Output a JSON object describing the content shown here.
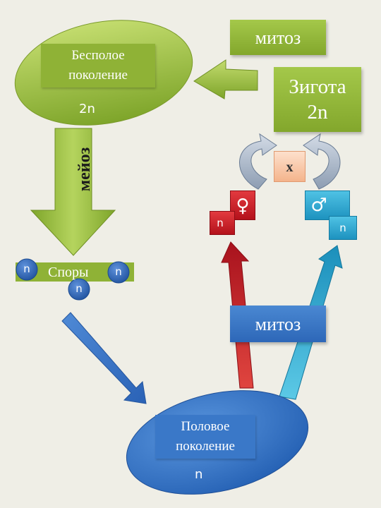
{
  "asexual": {
    "label_line1": "Бесполое",
    "label_line2": "поколение",
    "ploidy": "2n"
  },
  "mitosis_top": {
    "label": "митоз"
  },
  "zygote": {
    "label_line1": "Зигота",
    "label_line2": "2n",
    "fusion": "x"
  },
  "meiosis": {
    "label": "мейоз"
  },
  "spores": {
    "label": "Споры",
    "ploidy": "n"
  },
  "female_gamete": {
    "symbol": "♀",
    "ploidy": "n"
  },
  "male_gamete": {
    "symbol": "♂",
    "ploidy": "n"
  },
  "mitosis_bottom": {
    "label": "митоз"
  },
  "sexual": {
    "label_line1": "Половое",
    "label_line2": "поколение",
    "ploidy": "n"
  },
  "colors": {
    "green": "#8fb236",
    "blue": "#3a78c8",
    "red": "#c8252f",
    "cyan": "#2aa8cc",
    "peach": "#f8c8a8",
    "background": "#efeee6"
  }
}
